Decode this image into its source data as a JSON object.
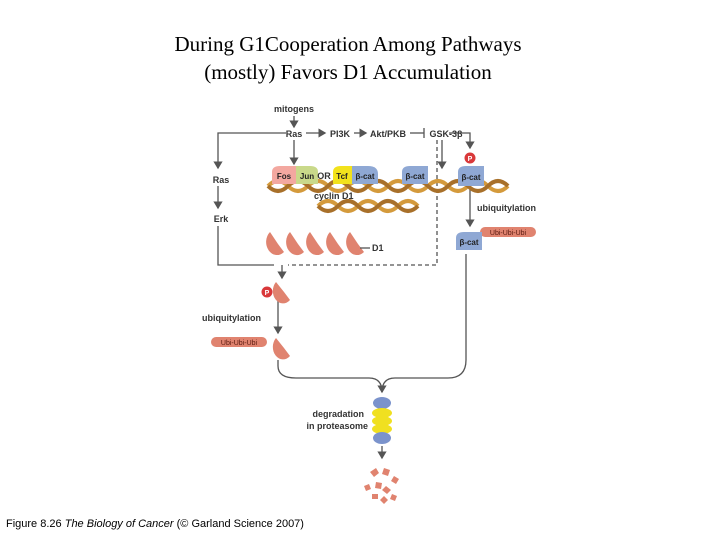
{
  "title": {
    "line1": "During G1Cooperation Among Pathways",
    "line2": "(mostly) Favors D1 Accumulation"
  },
  "diagram": {
    "mitogens": "mitogens",
    "ras": "Ras",
    "pi3k": "PI3K",
    "akt": "Akt/PKB",
    "gsk": "GSK-3β",
    "ras_left": "Ras",
    "erk": "Erk",
    "fos": "Fos",
    "jun": "Jun",
    "or": "OR",
    "tcf": "Tcf",
    "bcat1": "β-cat",
    "bcat2": "β-cat",
    "bcat3": "β-cat",
    "bcat4": "β-cat",
    "cyclin_d1": "cyclin D1",
    "d1": "D1",
    "phos1": "P",
    "phos2": "P",
    "ubiquitylation_right": "ubiquitylation",
    "ubiquitylation_left": "ubiquitylation",
    "ubi_chain_right": "Ubi-Ubi-Ubi",
    "ubi_chain_left": "Ubi-Ubi-Ubi",
    "degradation_line1": "degradation",
    "degradation_line2": "in proteasome"
  },
  "caption": {
    "prefix": "Figure 8.26",
    "book": "The Biology of Cancer",
    "suffix": "(© Garland Science 2007)"
  },
  "colors": {
    "pathway_line": "#555555",
    "cyclin_d1_protein": "#e0836f",
    "beta_catenin": "#8fa8d4",
    "fos": "#f3a8a0",
    "jun": "#c9d98a",
    "tcf": "#f2e21c",
    "dna": "#d49a3c",
    "phosphate": "#d9383a",
    "proteasome_blue": "#7b93cc",
    "proteasome_yellow": "#f0e020"
  }
}
